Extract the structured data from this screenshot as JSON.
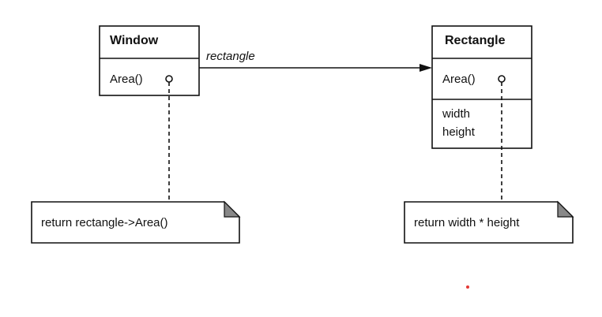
{
  "classes": {
    "window": {
      "name": "Window",
      "operations": [
        "Area()"
      ],
      "attributes": []
    },
    "rectangle": {
      "name": "Rectangle",
      "operations": [
        "Area()"
      ],
      "attributes": [
        "width",
        "height"
      ]
    }
  },
  "association": {
    "label": "rectangle"
  },
  "notes": {
    "window_area": "return rectangle->Area()",
    "rectangle_area": "return width * height"
  },
  "colors": {
    "line": "#111111",
    "note_corner": "#888888",
    "marker": "#e53935"
  }
}
